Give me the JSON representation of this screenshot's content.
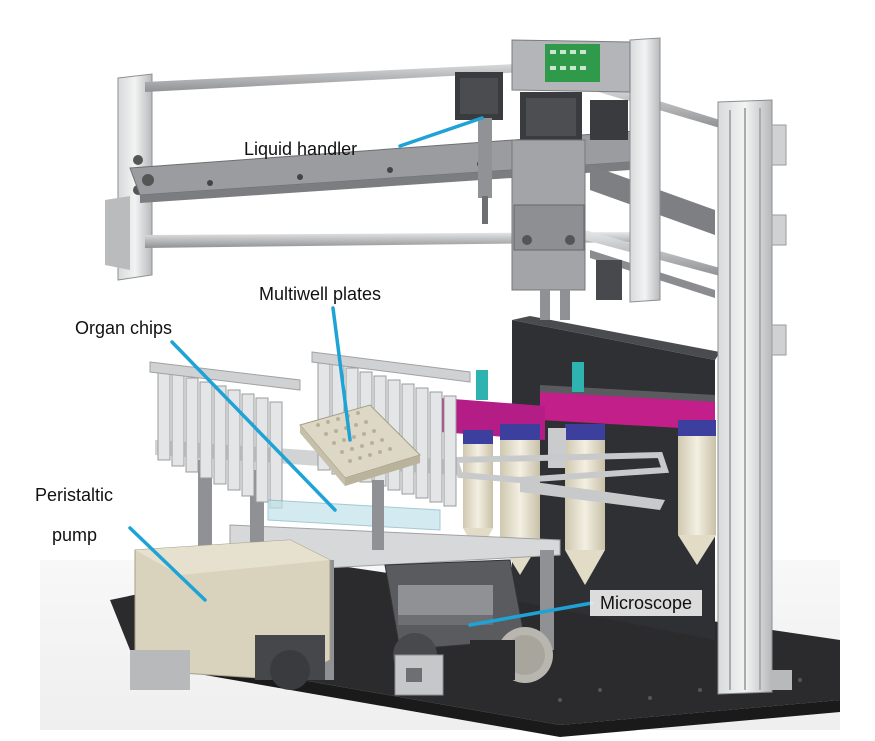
{
  "labels": {
    "liquid_handler": "Liquid handler",
    "multiwell_plates": "Multiwell plates",
    "organ_chips": "Organ chips",
    "peristaltic_pump_line1": "Peristaltic",
    "peristaltic_pump_line2": "pump",
    "microscope": "Microscope"
  },
  "colors": {
    "leader_line": "#1fa3d6",
    "frame_aluminum": "#c9cbcc",
    "frame_dark": "#8c8f92",
    "rail": "#a7a9ab",
    "base_plate": "#2b2b2d",
    "magenta_reservoir": "#c21f8a",
    "tube_cap_blue": "#3d3f9e",
    "tube_body": "#e8e2cf",
    "plate_cream": "#ddd8c6",
    "pump_body": "#d9d3bd",
    "pcb_green": "#2f9a4a",
    "teal_tip": "#2fb3b0"
  }
}
